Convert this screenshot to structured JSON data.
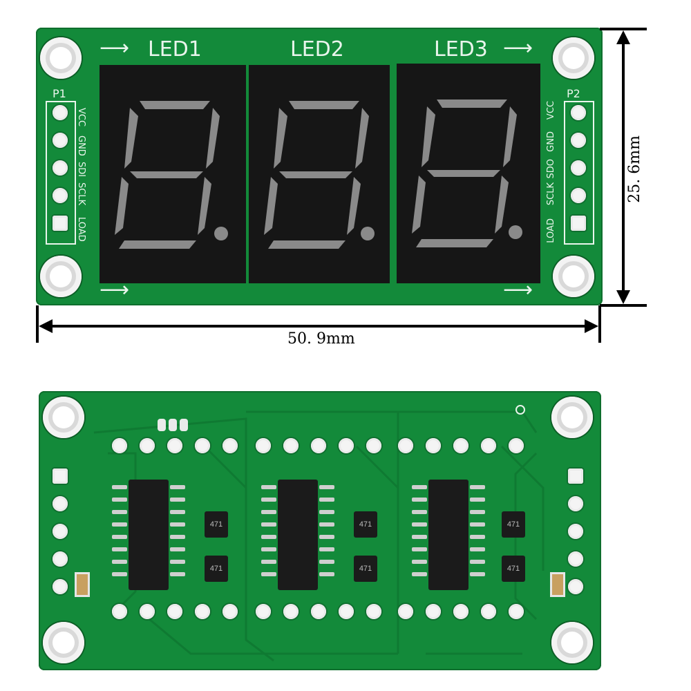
{
  "front_board": {
    "top_labels": [
      "LED1",
      "LED2",
      "LED3"
    ],
    "p1_header": "P1",
    "p2_header": "P2",
    "p1_pins": [
      "VCC",
      "GND",
      "SDI",
      "SCLK",
      "LOAD"
    ],
    "p2_pins": [
      "VCC",
      "GND",
      "SDO",
      "SCLK",
      "LOAD"
    ]
  },
  "dimensions": {
    "width_label": "50. 9mm",
    "height_label": "25. 6mm"
  },
  "back_board": {
    "resistor_marking": "471"
  },
  "colors": {
    "pcb_green": "#138a3a",
    "digit_body": "#161616",
    "segment_off": "#8a8a8a"
  }
}
